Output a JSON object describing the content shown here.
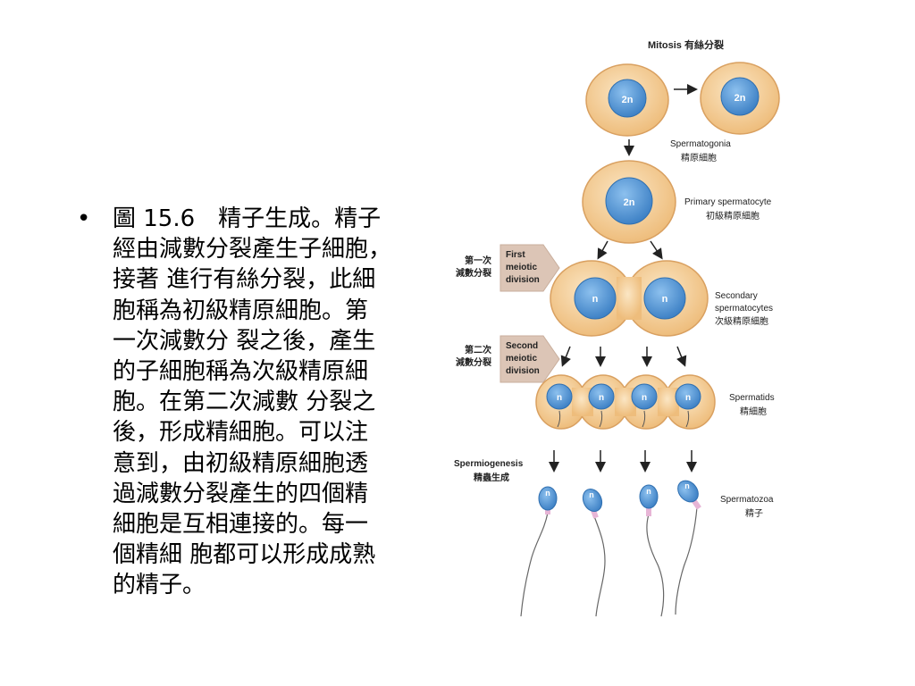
{
  "slide": {
    "bullet_symbol": "•",
    "caption_lines": [
      "圖 15.6　精子生成。精子",
      "經由減數分裂產生子細胞，",
      "接著 進行有絲分裂，此細",
      "胞稱為初級精原細胞。第",
      "一次減數分 裂之後，產生",
      "的子細胞稱為次級精原細",
      "胞。在第二次減數 分裂之",
      "後，形成精細胞。可以注",
      "意到，由初級精原細胞透",
      "過減數分裂產生的四個精",
      "細胞是互相連接的。每一",
      "個精細 胞都可以形成成熟",
      "的精子。"
    ]
  },
  "diagram": {
    "mitosis_title": "Mitosis 有絲分裂",
    "nucleus_2n": "2n",
    "nucleus_n": "n",
    "spermatogonia": {
      "en": "Spermatogonia",
      "zh": "精原細胞"
    },
    "primary": {
      "en": "Primary spermatocyte",
      "zh": "初級精原細胞"
    },
    "secondary": {
      "en1": "Secondary",
      "en2": "spermatocytes",
      "zh": "次級精原細胞"
    },
    "spermatids": {
      "en": "Spermatids",
      "zh": "精細胞"
    },
    "spermatozoa": {
      "en": "Spermatozoa",
      "zh": "精子"
    },
    "spermiogenesis": {
      "en": "Spermiogenesis",
      "zh": "精蟲生成"
    },
    "first_division": {
      "zh": [
        "第一次",
        "減數分裂"
      ],
      "en": [
        "First",
        "meiotic",
        "division"
      ]
    },
    "second_division": {
      "zh": [
        "第二次",
        "減數分裂"
      ],
      "en": [
        "Second",
        "meiotic",
        "division"
      ]
    },
    "colors": {
      "cell_fill": "#f2c88c",
      "cell_stroke": "#d9a060",
      "nucleus_fill": "#5b9bd8",
      "nucleus_stroke": "#2f6fb0",
      "arrow_box": "#dcc5b6"
    }
  }
}
